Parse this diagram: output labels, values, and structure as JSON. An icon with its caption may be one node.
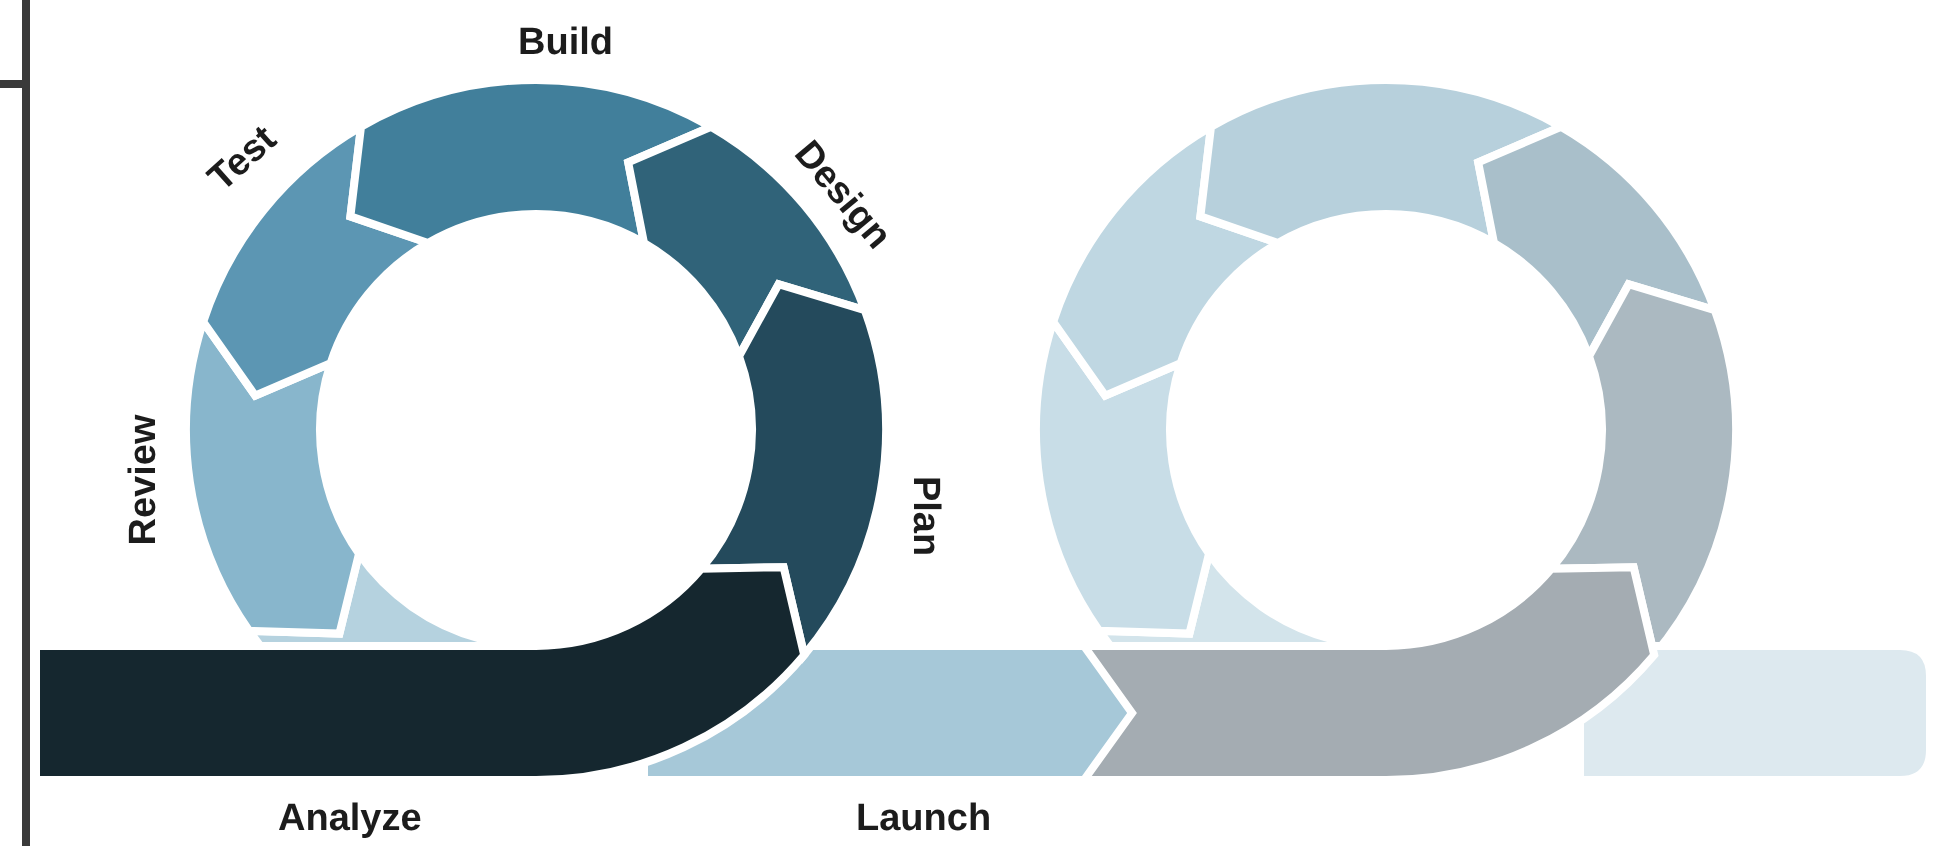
{
  "diagram": {
    "nodes": [
      {
        "text": [
          "Analyze"
        ]
      },
      {
        "text": [
          "Plan"
        ]
      },
      {
        "text": [
          "Design"
        ]
      },
      {
        "text": [
          "Build"
        ]
      },
      {
        "text": [
          "Test"
        ]
      },
      {
        "text": [
          "Review"
        ]
      },
      {
        "text": [],
        "shape": "arrow"
      },
      {
        "text": [
          "Launch"
        ]
      },
      {
        "text": [],
        "shape": "bar"
      },
      {
        "text": [],
        "shape": "bar"
      },
      {
        "text": [],
        "shape": "arrow"
      },
      {
        "text": [],
        "shape": "arrow"
      },
      {
        "text": [],
        "shape": "arrow"
      },
      {
        "text": [],
        "shape": "arrow"
      },
      {
        "text": [],
        "shape": "arrow"
      },
      {
        "text": [],
        "shape": "arrow"
      }
    ]
  }
}
